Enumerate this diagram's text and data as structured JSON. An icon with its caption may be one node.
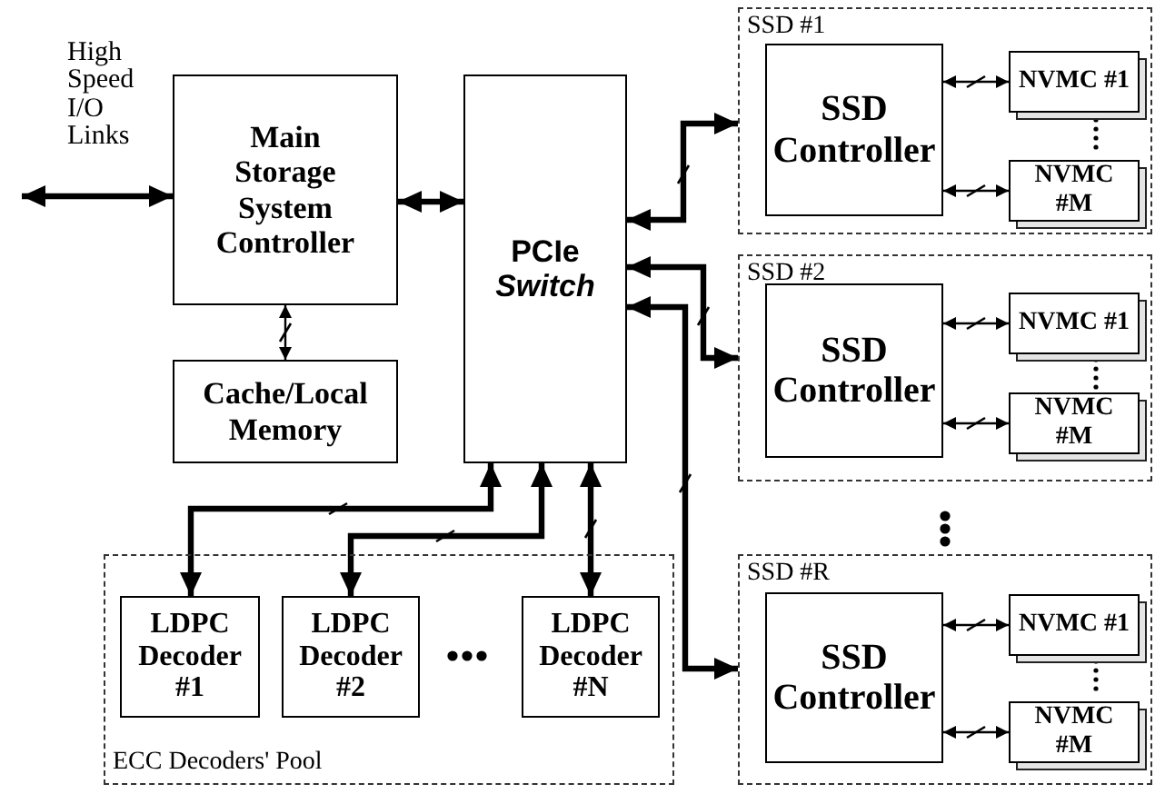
{
  "diagram": {
    "nodes": [
      {
        "text": [
          "Main Storage System Controller"
        ]
      },
      {
        "text": [
          "Cache/Local Memory"
        ]
      },
      {
        "text": [
          "PCIe *Switch*"
        ]
      },
      {
        "text": [
          "SSD #1"
        ]
      },
      {
        "text": [
          "SSD Controller"
        ],
        "in": 3
      },
      {
        "text": [
          "NVMC #1"
        ],
        "in": 3
      },
      {
        "text": [
          "NVMC #M"
        ],
        "in": 3
      },
      {
        "text": [
          "SSD #2"
        ]
      },
      {
        "text": [
          "SSD Controller"
        ],
        "in": 7
      },
      {
        "text": [
          "NVMC #1"
        ],
        "in": 7
      },
      {
        "text": [
          "NVMC #M"
        ],
        "in": 7
      },
      {
        "text": [
          "SSD #R"
        ]
      },
      {
        "text": [
          "SSD Controller"
        ],
        "in": 11
      },
      {
        "text": [
          "NVMC #1"
        ],
        "in": 11
      },
      {
        "text": [
          "NVMC #M"
        ],
        "in": 11
      },
      {
        "text": [
          "ECC Decoders' Pool"
        ]
      },
      {
        "text": [
          "LDPC Decoder #1"
        ],
        "in": 15
      },
      {
        "text": [
          "LDPC Decoder #2"
        ],
        "in": 15
      },
      {
        "text": [
          "LDPC Decoder #N"
        ],
        "in": 15
      }
    ],
    "edges": [
      {
        "from": null,
        "to": 0,
        "arrow": "both",
        "label": "High Speed I/O Links"
      },
      {
        "from": 0,
        "to": 2,
        "arrow": "both"
      },
      {
        "from": 0,
        "to": 1,
        "arrow": "both"
      },
      {
        "from": 2,
        "to": 3,
        "arrow": "both"
      },
      {
        "from": 2,
        "to": 7,
        "arrow": "both"
      },
      {
        "from": 2,
        "to": 11,
        "arrow": "both"
      },
      {
        "from": 4,
        "to": 5,
        "arrow": "both"
      },
      {
        "from": 4,
        "to": 6,
        "arrow": "both"
      },
      {
        "from": 8,
        "to": 9,
        "arrow": "both"
      },
      {
        "from": 8,
        "to": 10,
        "arrow": "both"
      },
      {
        "from": 12,
        "to": 13,
        "arrow": "both"
      },
      {
        "from": 12,
        "to": 14,
        "arrow": "both"
      },
      {
        "from": 2,
        "to": 16,
        "arrow": "both"
      },
      {
        "from": 2,
        "to": 17,
        "arrow": "both"
      },
      {
        "from": 2,
        "to": 18,
        "arrow": "both"
      }
    ]
  }
}
